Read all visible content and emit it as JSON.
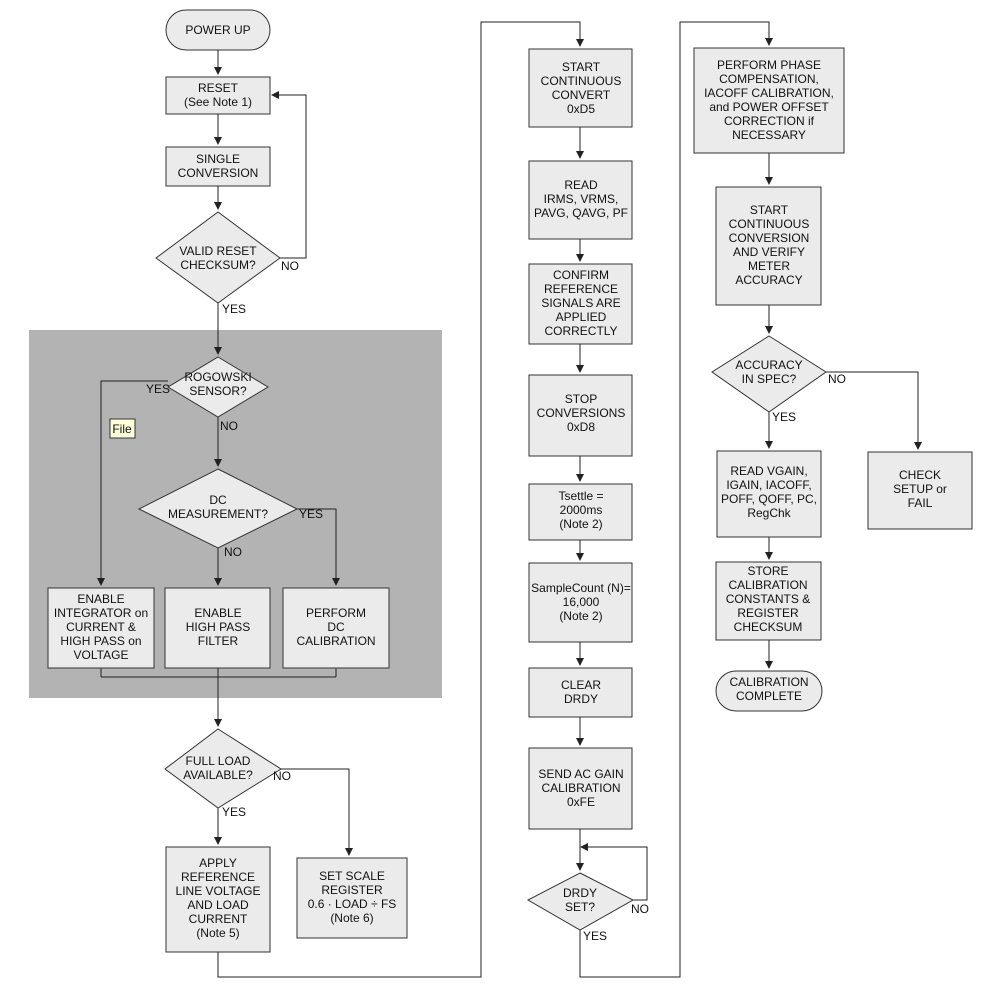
{
  "nodes": {
    "power_up": [
      "POWER UP"
    ],
    "reset": [
      "RESET",
      "(See Note 1)"
    ],
    "single": [
      "SINGLE",
      "CONVERSION"
    ],
    "valid_reset": [
      "VALID RESET",
      "CHECKSUM?"
    ],
    "rogowski": [
      "ROGOWSKI",
      "SENSOR?"
    ],
    "dc_meas": [
      "DC",
      "MEASUREMENT?"
    ],
    "enable_integrator": [
      "ENABLE",
      "INTEGRATOR on",
      "CURRENT &",
      "HIGH PASS on",
      "VOLTAGE"
    ],
    "enable_hpf": [
      "ENABLE",
      "HIGH PASS",
      "FILTER"
    ],
    "perform_dc": [
      "PERFORM",
      "DC",
      "CALIBRATION"
    ],
    "full_load": [
      "FULL LOAD",
      "AVAILABLE?"
    ],
    "apply_ref": [
      "APPLY",
      "REFERENCE",
      "LINE VOLTAGE",
      "AND LOAD",
      "CURRENT",
      "(Note 5)"
    ],
    "set_scale": [
      "SET SCALE",
      "REGISTER",
      "0.6 · LOAD ÷ FS",
      "(Note 6)"
    ],
    "start_cont": [
      "START",
      "CONTINUOUS",
      "CONVERT",
      "0xD5"
    ],
    "read_irms": [
      "READ",
      "IRMS, VRMS,",
      "PAVG, QAVG, PF"
    ],
    "confirm_ref": [
      "CONFIRM",
      "REFERENCE",
      "SIGNALS ARE",
      "APPLIED",
      "CORRECTLY"
    ],
    "stop_conv": [
      "STOP",
      "CONVERSIONS",
      "0xD8"
    ],
    "tsettle": [
      "Tsettle =",
      "2000ms",
      "(Note 2)"
    ],
    "samplecount": [
      "SampleCount (N)=",
      "16,000",
      "(Note 2)"
    ],
    "clear_drdy": [
      "CLEAR",
      "DRDY"
    ],
    "send_ac": [
      "SEND AC GAIN",
      "CALIBRATION",
      "0xFE"
    ],
    "drdy_set": [
      "DRDY",
      "SET?"
    ],
    "perform_phase": [
      "PERFORM PHASE",
      "COMPENSATION,",
      "IACOFF CALIBRATION,",
      "and POWER OFFSET",
      "CORRECTION if",
      "NECESSARY"
    ],
    "start_verify": [
      "START",
      "CONTINUOUS",
      "CONVERSION",
      "AND VERIFY",
      "METER",
      "ACCURACY"
    ],
    "accuracy": [
      "ACCURACY",
      "IN SPEC?"
    ],
    "read_vgain": [
      "READ VGAIN,",
      "IGAIN, IACOFF,",
      "POFF, QOFF, PC,",
      "RegChk"
    ],
    "check_setup": [
      "CHECK",
      "SETUP or",
      "FAIL"
    ],
    "store_cal": [
      "STORE",
      "CALIBRATION",
      "CONSTANTS &",
      "REGISTER",
      "CHECKSUM"
    ],
    "cal_complete": [
      "CALIBRATION",
      "COMPLETE"
    ]
  },
  "labels": {
    "yes": "YES",
    "no": "NO",
    "file_note": "File"
  }
}
